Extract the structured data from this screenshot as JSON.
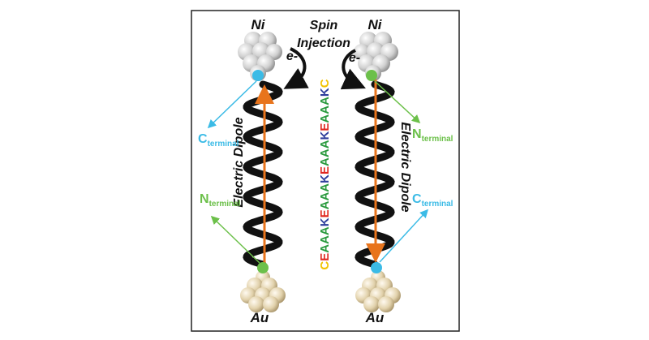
{
  "top_metal_left": "Ni",
  "top_metal_right": "Ni",
  "bottom_metal_left": "Au",
  "bottom_metal_right": "Au",
  "center_title": [
    "Spin",
    "Injection"
  ],
  "electron_left": "e-",
  "electron_right": "e-",
  "dipole_left": "Electric Dipole",
  "dipole_right": "Electric Dipole",
  "left_top_terminal": {
    "letter": "C",
    "sub": "terminal"
  },
  "left_bottom_terminal": {
    "letter": "N",
    "sub": "terminal"
  },
  "right_top_terminal": {
    "letter": "N",
    "sub": "terminal"
  },
  "right_bottom_terminal": {
    "letter": "C",
    "sub": "terminal"
  },
  "sequence": [
    {
      "ch": "C",
      "color": "#f2c200"
    },
    {
      "ch": "E",
      "color": "#e0271f"
    },
    {
      "ch": "A",
      "color": "#2a9a3e"
    },
    {
      "ch": "A",
      "color": "#2a9a3e"
    },
    {
      "ch": "A",
      "color": "#2a9a3e"
    },
    {
      "ch": "K",
      "color": "#2f3f9c"
    },
    {
      "ch": "E",
      "color": "#e0271f"
    },
    {
      "ch": "A",
      "color": "#2a9a3e"
    },
    {
      "ch": "A",
      "color": "#2a9a3e"
    },
    {
      "ch": "A",
      "color": "#2a9a3e"
    },
    {
      "ch": "K",
      "color": "#2f3f9c"
    },
    {
      "ch": "E",
      "color": "#e0271f"
    },
    {
      "ch": "A",
      "color": "#2a9a3e"
    },
    {
      "ch": "A",
      "color": "#2a9a3e"
    },
    {
      "ch": "A",
      "color": "#2a9a3e"
    },
    {
      "ch": "K",
      "color": "#2f3f9c"
    },
    {
      "ch": "E",
      "color": "#e0271f"
    },
    {
      "ch": "A",
      "color": "#2a9a3e"
    },
    {
      "ch": "A",
      "color": "#2a9a3e"
    },
    {
      "ch": "A",
      "color": "#2a9a3e"
    },
    {
      "ch": "K",
      "color": "#2f3f9c"
    },
    {
      "ch": "C",
      "color": "#f2c200"
    }
  ],
  "colors": {
    "c_terminal": "#3bbbe6",
    "n_terminal": "#6cc04a",
    "helix": "#111111",
    "dipole_axis": "#e8741c",
    "ni_cluster": "#d4d4d4",
    "au_cluster": "#e3d4b0"
  }
}
